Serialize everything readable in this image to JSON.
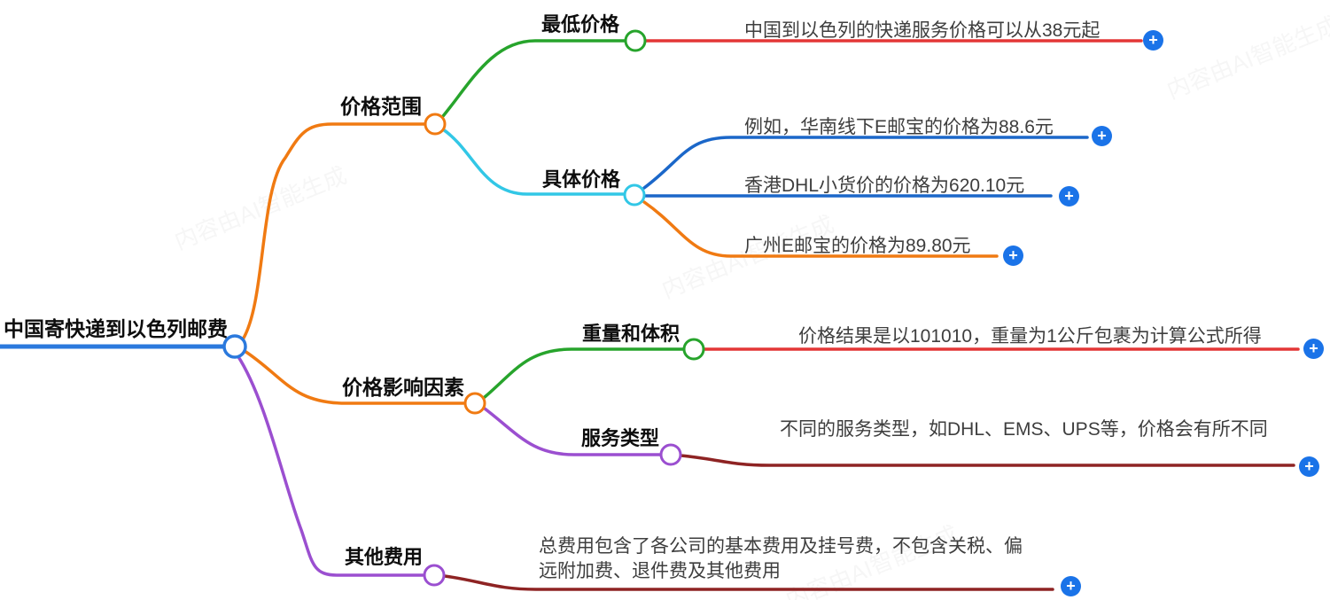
{
  "colors": {
    "root-blue": "#2b79dd",
    "orange": "#f07a12",
    "green": "#27a42c",
    "cyan": "#32c7e6",
    "leaf-blue": "#1b67c9",
    "red": "#e33636",
    "maroon": "#8e2323",
    "purple": "#9b4fd0",
    "plus-blue": "#1a73e8",
    "node-text": "#0d0d0d",
    "leaf-text": "#3e3e3e",
    "watermark": "rgba(130,130,130,0.07)"
  },
  "icons": {
    "add_child": "+"
  },
  "watermark": {
    "text": "内容由AI智能生成"
  },
  "mindmap": {
    "root": {
      "label": "中国寄快递到以色列邮费"
    },
    "price_range": {
      "label": "价格范围",
      "lowest_price": {
        "label": "最低价格",
        "detail": "中国到以色列的快递服务价格可以从38元起"
      },
      "specific_price": {
        "label": "具体价格",
        "details": [
          "例如，华南线下E邮宝的价格为88.6元",
          "香港DHL小货价的价格为620.10元",
          "广州E邮宝的价格为89.80元"
        ]
      }
    },
    "price_factors": {
      "label": "价格影响因素",
      "weight_volume": {
        "label": "重量和体积",
        "detail": "价格结果是以101010，重量为1公斤包裹为计算公式所得"
      },
      "service_type": {
        "label": "服务类型",
        "detail": "不同的服务类型，如DHL、EMS、UPS等，价格会有所不同"
      }
    },
    "other_fees": {
      "label": "其他费用",
      "detail": "总费用包含了各公司的基本费用及挂号费，不包含关税、偏远附加费、退件费及其他费用"
    }
  }
}
